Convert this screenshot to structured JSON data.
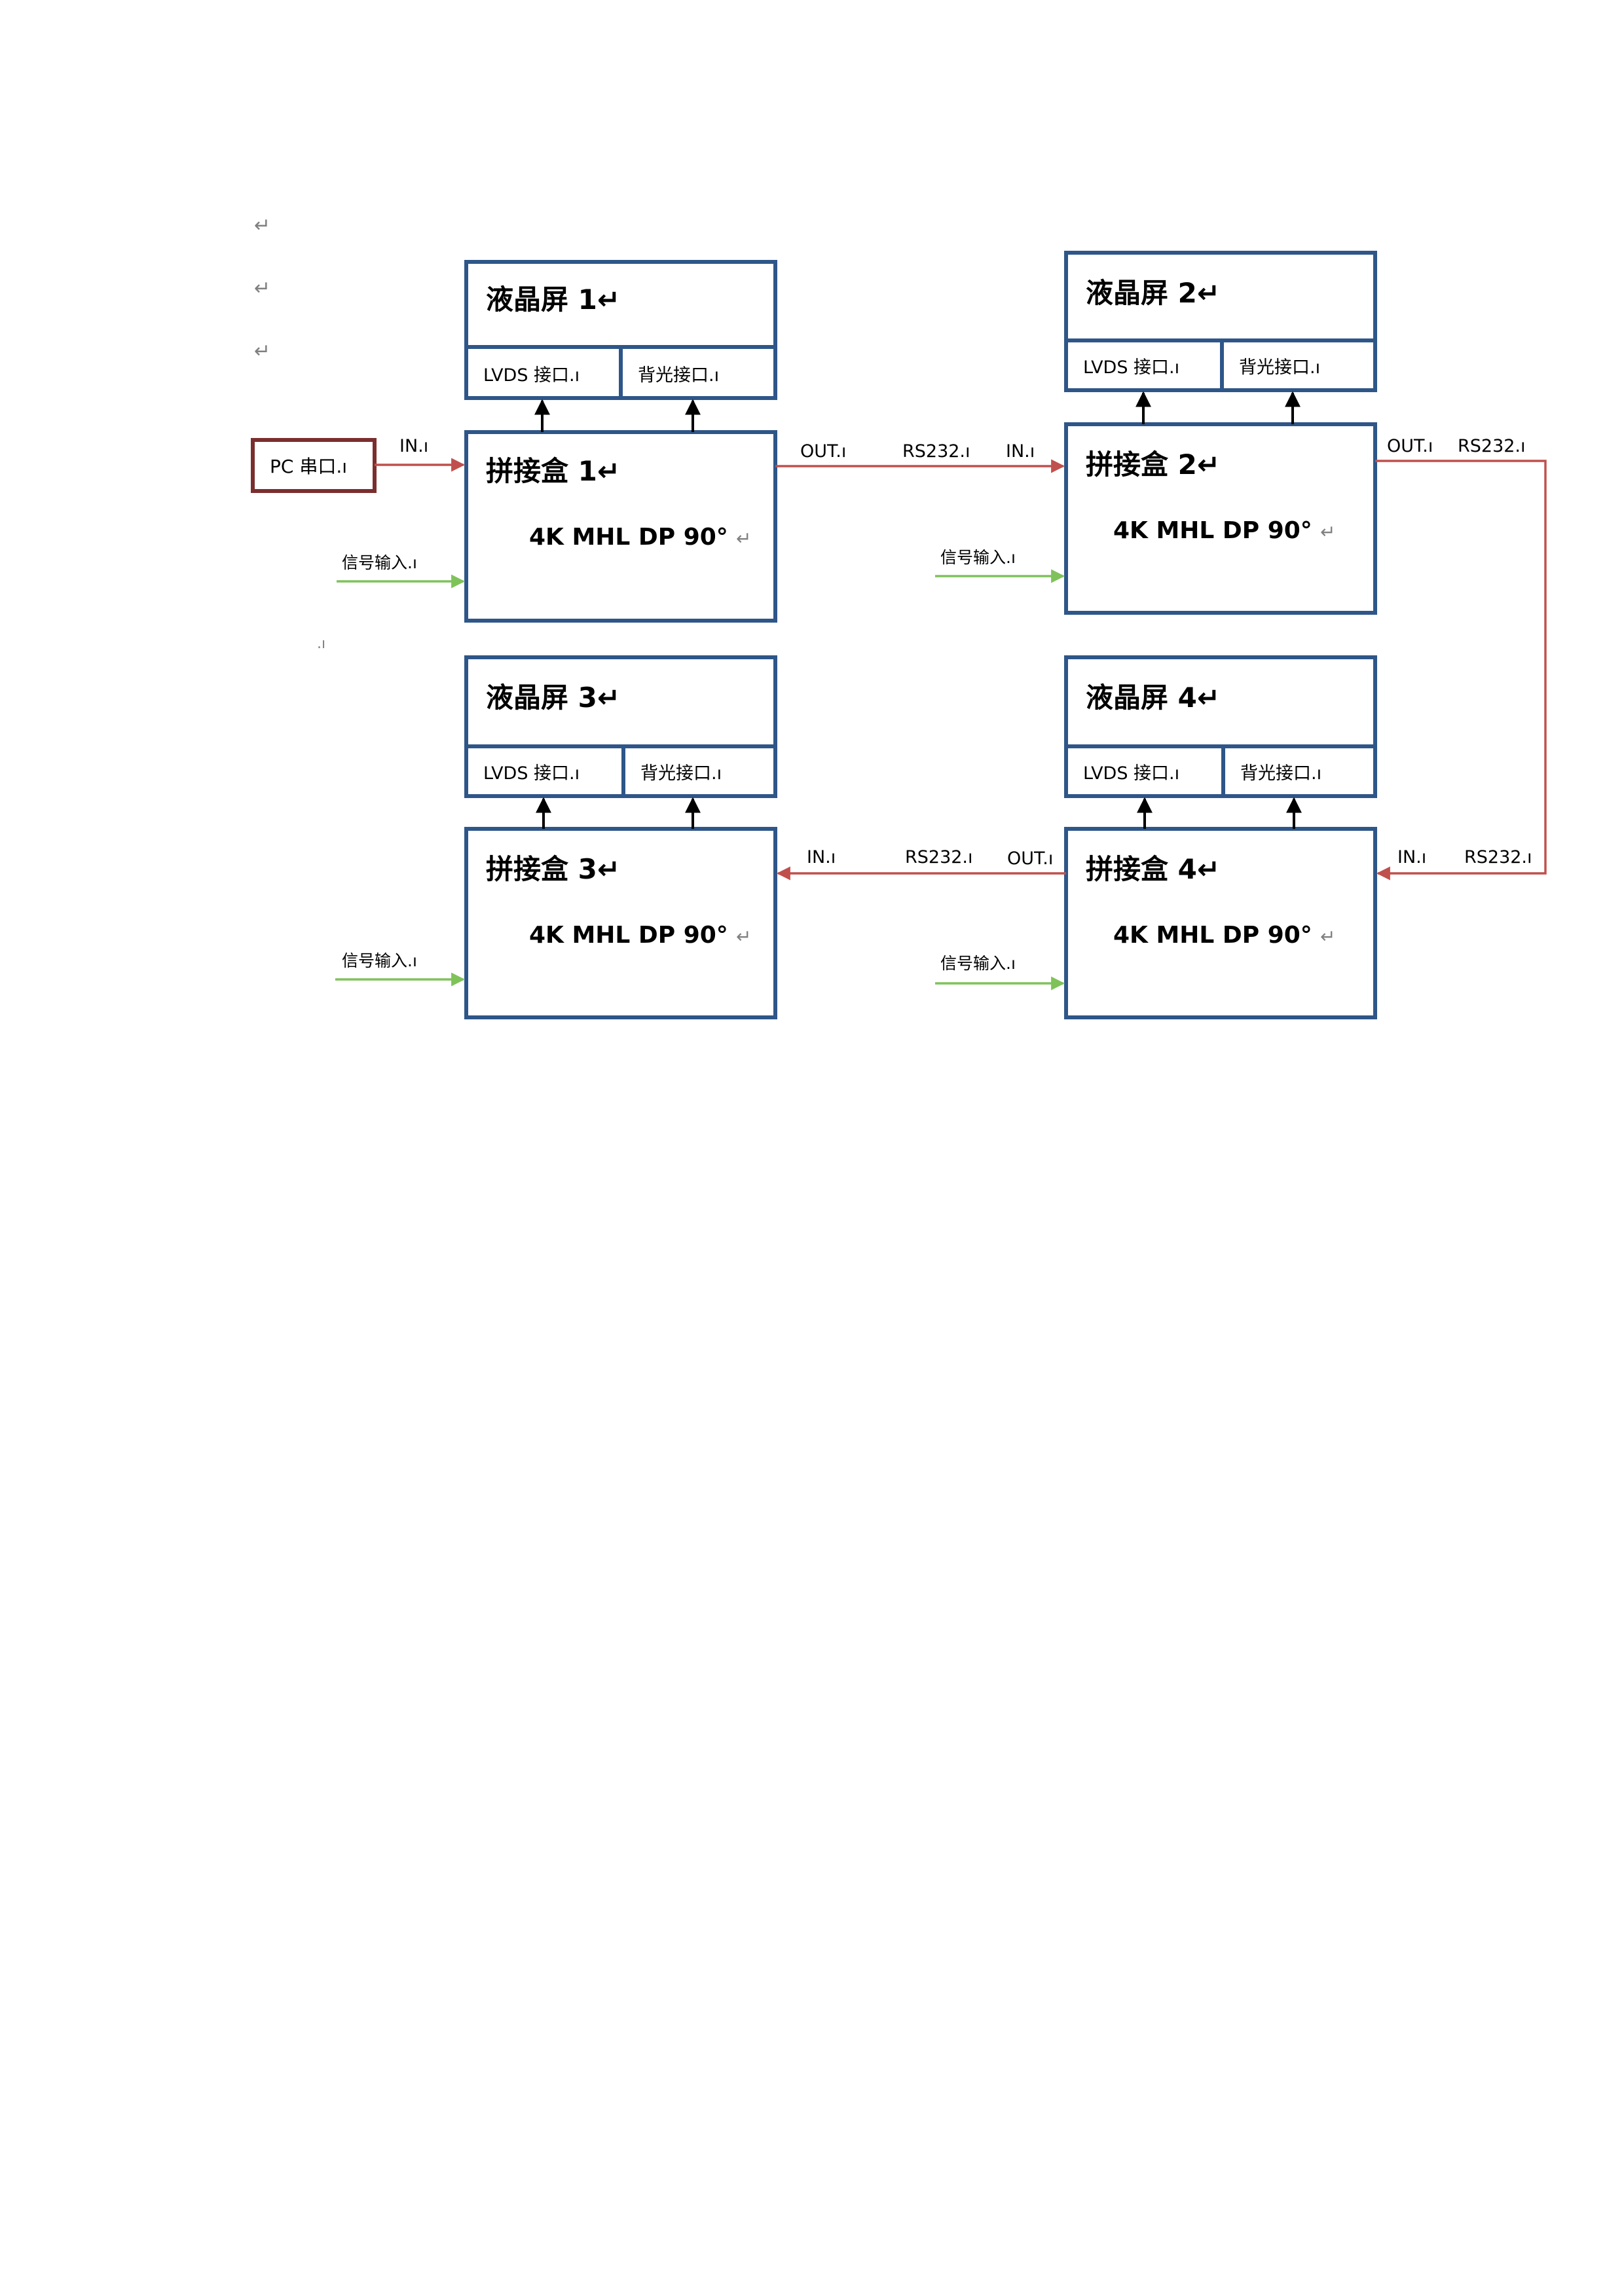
{
  "paragraph_mark": "↵",
  "stray_mark": ".ı",
  "pc_port": {
    "label": "PC 串口.ı"
  },
  "screens": [
    {
      "title": "液晶屏 1↵",
      "lvds": "LVDS 接口.ı",
      "backlight": "背光接口.ı"
    },
    {
      "title": "液晶屏 2↵",
      "lvds": "LVDS 接口.ı",
      "backlight": "背光接口.ı"
    },
    {
      "title": "液晶屏 3↵",
      "lvds": "LVDS 接口.ı",
      "backlight": "背光接口.ı"
    },
    {
      "title": "液晶屏 4↵",
      "lvds": "LVDS 接口.ı",
      "backlight": "背光接口.ı"
    }
  ],
  "boxes": [
    {
      "title": "拼接盒 1↵",
      "spec": "4K MHL DP 90°",
      "spec_mark": "↵",
      "signal_in": "信号输入.ı"
    },
    {
      "title": "拼接盒 2↵",
      "spec": "4K MHL DP 90°",
      "spec_mark": "↵",
      "signal_in": "信号输入.ı"
    },
    {
      "title": "拼接盒 3↵",
      "spec": "4K MHL DP 90°",
      "spec_mark": "↵",
      "signal_in": "信号输入.ı"
    },
    {
      "title": "拼接盒 4↵",
      "spec": "4K MHL DP 90°",
      "spec_mark": "↵",
      "signal_in": "信号输入.ı"
    }
  ],
  "links": {
    "pc_to_box1": {
      "in": "IN.ı"
    },
    "box1_to_box2": {
      "out": "OUT.ı",
      "protocol": "RS232.ı",
      "in": "IN.ı"
    },
    "box2_to_box4": {
      "out": "OUT.ı",
      "protocol": "RS232.ı"
    },
    "box4_in": {
      "in": "IN.ı",
      "protocol": "RS232.ı"
    },
    "box4_to_box3": {
      "in": "IN.ı",
      "protocol": "RS232.ı",
      "out": "OUT.ı"
    }
  },
  "colors": {
    "box_border": "#2e5688",
    "pc_border": "#7b2e2e",
    "rs232_wire": "#c0504d",
    "signal_wire": "#7fc25a",
    "connector_arrow": "#000000"
  }
}
